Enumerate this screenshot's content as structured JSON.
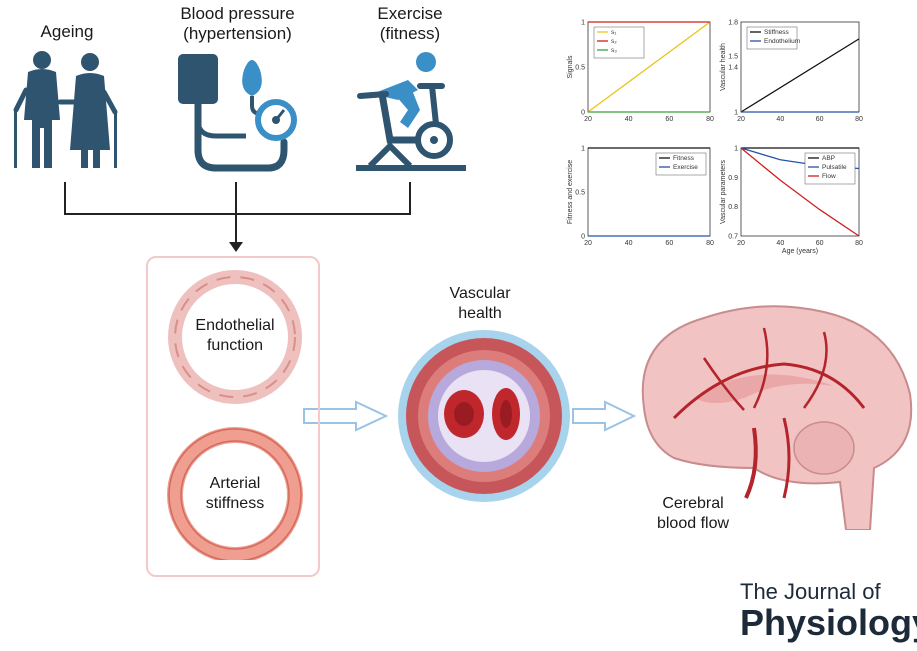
{
  "factors": {
    "ageing": [
      "Ageing"
    ],
    "blood_pressure": [
      "Blood pressure",
      "(hypertension)"
    ],
    "exercise": [
      "Exercise",
      "(fitness)"
    ]
  },
  "mechanisms": {
    "endothelial": [
      "Endothelial",
      "function"
    ],
    "arterial": [
      "Arterial",
      "stiffness"
    ]
  },
  "vascular_health": [
    "Vascular",
    "health"
  ],
  "cerebral_blood_flow": [
    "Cerebral",
    "blood flow"
  ],
  "journal": {
    "line1": "The Journal of",
    "line2": "Physiology"
  },
  "colors": {
    "icon": "#2e5470",
    "icon_accent": "#3a8fc7",
    "artery": "#b3242b",
    "brain": "#f2c3c3"
  },
  "chart_data": [
    {
      "type": "line",
      "ylabel": "Signals",
      "x": [
        20,
        80
      ],
      "xticks": [
        "20",
        "40",
        "60",
        "80"
      ],
      "yticks": [
        "0",
        "0.5",
        "1"
      ],
      "ylim": [
        0,
        1
      ],
      "series": [
        {
          "name": "s₁",
          "color": "#e6c619",
          "values": [
            0,
            1
          ]
        },
        {
          "name": "s₂",
          "color": "#d01f1f",
          "values": [
            1,
            1
          ]
        },
        {
          "name": "s₃",
          "color": "#3aa535",
          "values": [
            0,
            0
          ]
        }
      ],
      "legend": "top-left"
    },
    {
      "type": "line",
      "ylabel": "Vascular health",
      "x": [
        20,
        80
      ],
      "xticks": [
        "20",
        "40",
        "60",
        "80"
      ],
      "yticks": [
        "1",
        "1.4",
        "1.5",
        "1.8"
      ],
      "ylim": [
        1,
        1.8
      ],
      "series": [
        {
          "name": "Stiffness",
          "color": "#111111",
          "values": [
            1,
            1.65
          ]
        },
        {
          "name": "Endothelium",
          "color": "#2453a8",
          "values": [
            1,
            1
          ]
        }
      ],
      "legend": "top-left"
    },
    {
      "type": "line",
      "ylabel": "Fitness and exercise",
      "x": [
        20,
        80
      ],
      "xticks": [
        "20",
        "40",
        "60",
        "80"
      ],
      "yticks": [
        "0",
        "0.5",
        "1"
      ],
      "ylim": [
        0,
        1
      ],
      "series": [
        {
          "name": "Fitness",
          "color": "#111111",
          "values": [
            1,
            1
          ]
        },
        {
          "name": "Exercise",
          "color": "#2453a8",
          "values": [
            0,
            0
          ]
        }
      ],
      "legend": "top-right"
    },
    {
      "type": "line",
      "ylabel": "Vascular parameters",
      "xlabel": "Age (years)",
      "x": [
        20,
        40,
        60,
        80
      ],
      "xticks": [
        "20",
        "40",
        "60",
        "80"
      ],
      "yticks": [
        "0.7",
        "0.8",
        "0.9",
        "1"
      ],
      "ylim": [
        0.7,
        1
      ],
      "series": [
        {
          "name": "ABP",
          "color": "#111111",
          "values": [
            1,
            1,
            1,
            1
          ]
        },
        {
          "name": "Pulsatile",
          "color": "#2453a8",
          "values": [
            1,
            0.96,
            0.94,
            0.93
          ]
        },
        {
          "name": "Flow",
          "color": "#d01f1f",
          "values": [
            1,
            0.89,
            0.79,
            0.7
          ]
        }
      ],
      "legend": "top-right"
    }
  ]
}
